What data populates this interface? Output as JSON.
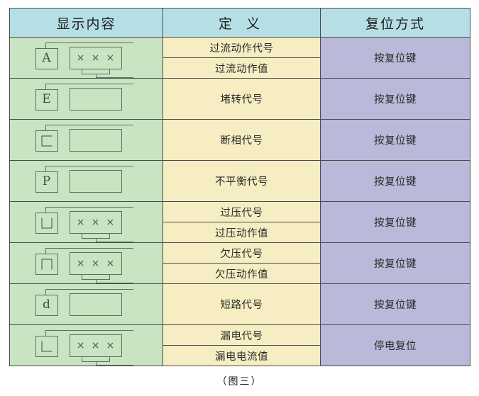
{
  "table": {
    "headers": {
      "display": "显示内容",
      "definition": "定 义",
      "reset": "复位方式"
    },
    "rows": [
      {
        "code_char": "A",
        "code_kind": "letter",
        "has_value_digits": true,
        "definitions": [
          "过流动作代号",
          "过流动作值"
        ],
        "reset": "按复位键"
      },
      {
        "code_char": "E",
        "code_kind": "letter",
        "has_value_digits": false,
        "definitions": [
          "堵转代号"
        ],
        "reset": "按复位键"
      },
      {
        "code_char": "C",
        "code_kind": "shape-C",
        "has_value_digits": false,
        "definitions": [
          "断相代号"
        ],
        "reset": "按复位键"
      },
      {
        "code_char": "P",
        "code_kind": "letter",
        "has_value_digits": false,
        "definitions": [
          "不平衡代号"
        ],
        "reset": "按复位键"
      },
      {
        "code_char": "U",
        "code_kind": "shape-U",
        "has_value_digits": true,
        "definitions": [
          "过压代号",
          "过压动作值"
        ],
        "reset": "按复位键"
      },
      {
        "code_char": "N",
        "code_kind": "shape-N",
        "has_value_digits": true,
        "definitions": [
          "欠压代号",
          "欠压动作值"
        ],
        "reset": "按复位键"
      },
      {
        "code_char": "d",
        "code_kind": "letter",
        "has_value_digits": false,
        "definitions": [
          "短路代号"
        ],
        "reset": "按复位键"
      },
      {
        "code_char": "L",
        "code_kind": "shape-L",
        "has_value_digits": true,
        "definitions": [
          "漏电代号",
          "漏电电流值"
        ],
        "reset": "停电复位"
      }
    ],
    "value_digit_glyph": "×",
    "value_digit_count": 3
  },
  "caption": "（图三）",
  "colors": {
    "header_bg": "#b5dfe5",
    "display_bg": "#c8e4c3",
    "definition_bg": "#f6eec2",
    "reset_bg": "#bab9d9",
    "border": "#4a4a4a"
  }
}
